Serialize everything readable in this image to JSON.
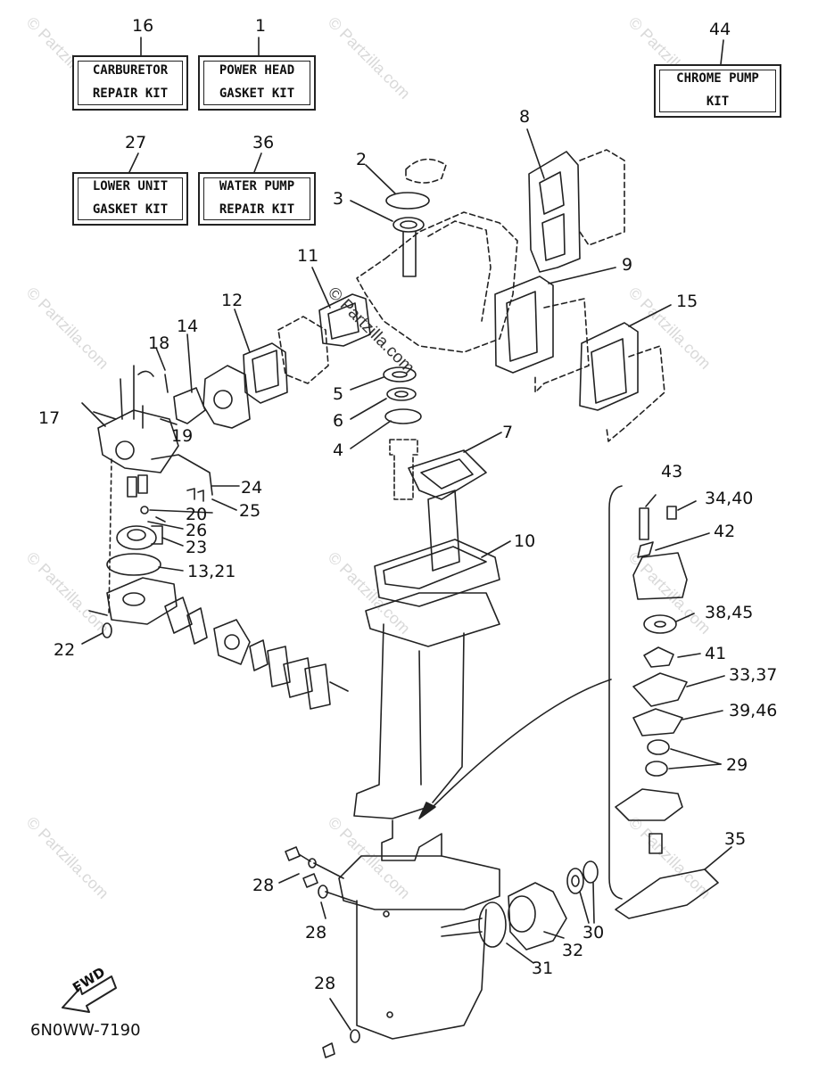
{
  "watermark": "© Partzilla.com",
  "kits": [
    {
      "ref": "16",
      "line1": "CARBURETOR",
      "line2": "REPAIR KIT"
    },
    {
      "ref": "1",
      "line1": "POWER HEAD",
      "line2": "GASKET KIT"
    },
    {
      "ref": "44",
      "line1": "CHROME PUMP",
      "line2": "KIT"
    },
    {
      "ref": "27",
      "line1": "LOWER UNIT",
      "line2": "GASKET KIT"
    },
    {
      "ref": "36",
      "line1": "WATER PUMP",
      "line2": "REPAIR KIT"
    }
  ],
  "callouts": {
    "c2": "2",
    "c3": "3",
    "c8": "8",
    "c11": "11",
    "c12": "12",
    "c9": "9",
    "c15": "15",
    "c14": "14",
    "c18": "18",
    "c17": "17",
    "c19": "19",
    "c5": "5",
    "c6": "6",
    "c4": "4",
    "c7": "7",
    "c24": "24",
    "c25": "25",
    "c20": "20",
    "c26": "26",
    "c23": "23",
    "c13_21": "13,21",
    "c10": "10",
    "c22": "22",
    "c43": "43",
    "c34_40": "34,40",
    "c42": "42",
    "c38_45": "38,45",
    "c41": "41",
    "c33_37": "33,37",
    "c39_46": "39,46",
    "c29": "29",
    "c35": "35",
    "c28a": "28",
    "c28b": "28",
    "c28c": "28",
    "c30": "30",
    "c32": "32",
    "c31": "31"
  },
  "fwd_label": "FWD",
  "diagram_code": "6N0WW-7190"
}
